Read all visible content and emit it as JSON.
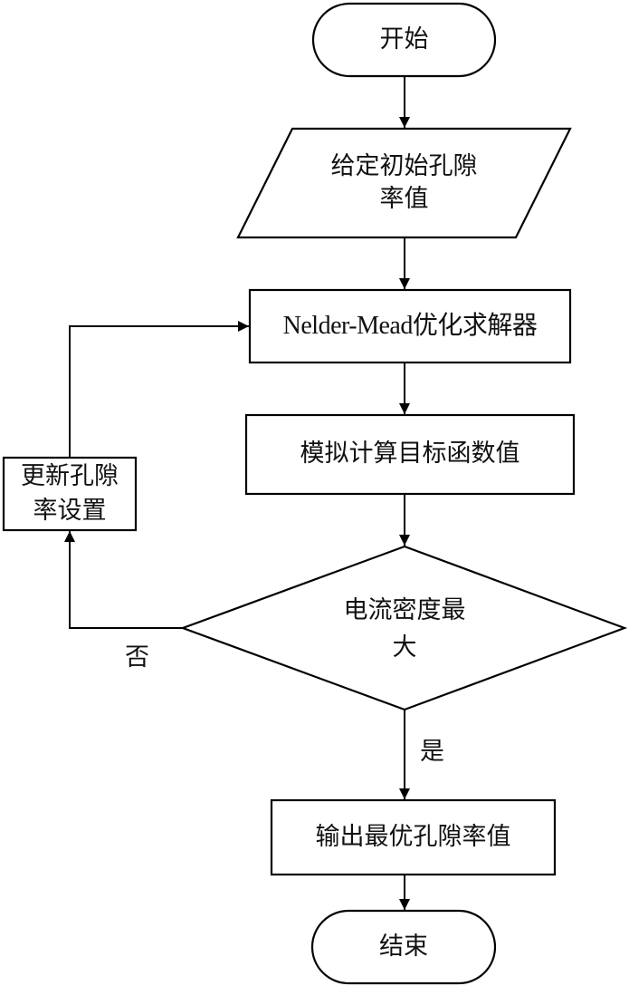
{
  "diagram": {
    "type": "flowchart",
    "nodes": {
      "start": {
        "shape": "terminator",
        "text": "开始"
      },
      "input": {
        "shape": "parallelogram",
        "line1": "给定初始孔隙",
        "line2": "率值"
      },
      "solver": {
        "shape": "process",
        "text": "Nelder-Mead优化求解器"
      },
      "simulate": {
        "shape": "process",
        "text": "模拟计算目标函数值"
      },
      "decision": {
        "shape": "decision",
        "line1": "电流密度最",
        "line2": "大"
      },
      "update": {
        "shape": "process",
        "line1": "更新孔隙",
        "line2": "率设置"
      },
      "output": {
        "shape": "process",
        "text": "输出最优孔隙率值"
      },
      "end": {
        "shape": "terminator",
        "text": "结束"
      }
    },
    "edges": [
      {
        "from": "start",
        "to": "input",
        "label": ""
      },
      {
        "from": "input",
        "to": "solver",
        "label": ""
      },
      {
        "from": "solver",
        "to": "simulate",
        "label": ""
      },
      {
        "from": "simulate",
        "to": "decision",
        "label": ""
      },
      {
        "from": "decision",
        "to": "output",
        "label": "是"
      },
      {
        "from": "decision",
        "to": "update",
        "label": "否"
      },
      {
        "from": "update",
        "to": "solver",
        "label": ""
      },
      {
        "from": "output",
        "to": "end",
        "label": ""
      }
    ],
    "labels": {
      "yes": "是",
      "no": "否"
    }
  }
}
